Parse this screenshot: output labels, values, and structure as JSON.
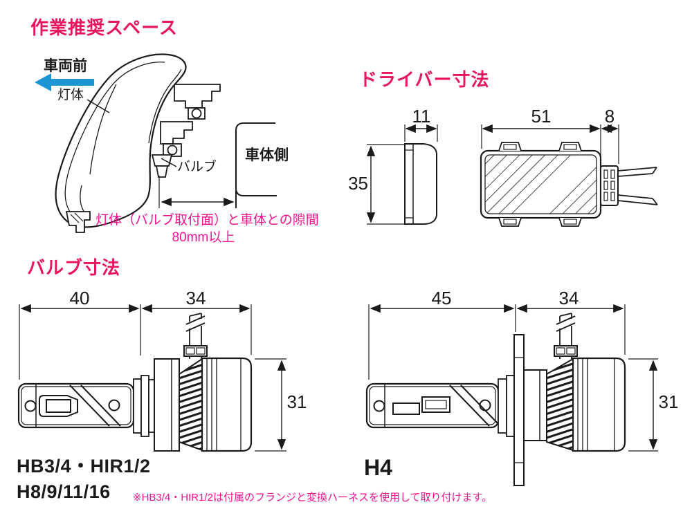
{
  "colors": {
    "heading_pink": "#E8175D",
    "note_magenta": "#F0138F",
    "arrow_blue": "#1E96D5",
    "line_black": "#1A1A1A"
  },
  "workspace": {
    "heading": "作業推奨スペース",
    "vehicle_front_label": "車両前",
    "lamp_body_label": "灯体",
    "bulb_label": "バルブ",
    "body_side_label": "車体側",
    "gap_note_line1": "灯体（バルブ取付面）と車体との隙間",
    "gap_note_line2": "80mm以上"
  },
  "driver": {
    "heading": "ドライバー寸法",
    "dim_width": "11",
    "dim_height": "35",
    "dim_length": "51",
    "dim_connector": "8"
  },
  "bulbs": {
    "heading": "バルブ寸法",
    "left": {
      "dim_body": "40",
      "dim_head": "34",
      "dim_diameter": "31",
      "type_line1": "HB3/4・HIR1/2",
      "type_line2": "H8/9/11/16"
    },
    "right": {
      "dim_body": "45",
      "dim_head": "34",
      "dim_diameter": "31",
      "type": "H4"
    },
    "note": "※HB3/4・HIR1/2は付属のフランジと変換ハーネスを使用して取り付けます。"
  }
}
